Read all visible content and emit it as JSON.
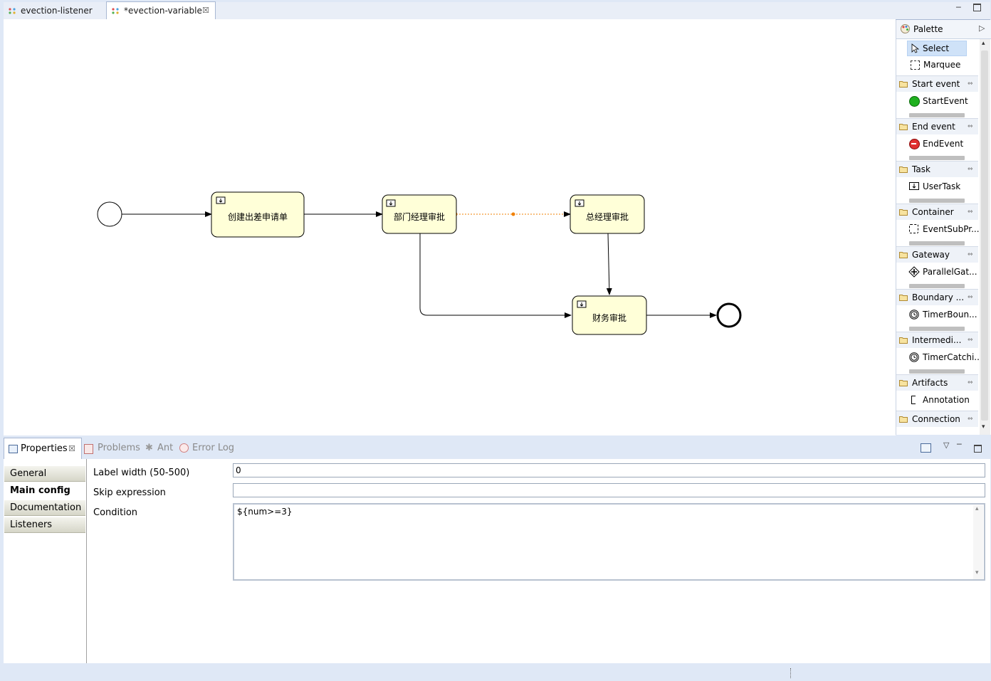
{
  "editor": {
    "tabs": [
      {
        "label": "evection-listener",
        "active": false
      },
      {
        "label": "*evection-variable",
        "active": true
      }
    ]
  },
  "diagram": {
    "tasks": [
      {
        "id": "t1",
        "label": "创建出差申请单"
      },
      {
        "id": "t2",
        "label": "部门经理审批"
      },
      {
        "id": "t3",
        "label": "总经理审批"
      },
      {
        "id": "t4",
        "label": "财务审批"
      }
    ],
    "selected_flow_color": "#f08000"
  },
  "palette": {
    "title": "Palette",
    "tools": [
      {
        "label": "Select",
        "selected": true
      },
      {
        "label": "Marquee",
        "selected": false
      }
    ],
    "drawers": [
      {
        "label": "Start event",
        "item": "StartEvent"
      },
      {
        "label": "End event",
        "item": "EndEvent"
      },
      {
        "label": "Task",
        "item": "UserTask"
      },
      {
        "label": "Container",
        "item": "EventSubPr..."
      },
      {
        "label": "Gateway",
        "item": "ParallelGat..."
      },
      {
        "label": "Boundary ...",
        "item": "TimerBoun..."
      },
      {
        "label": "Intermedi...",
        "item": "TimerCatchi..."
      },
      {
        "label": "Artifacts",
        "item": "Annotation"
      },
      {
        "label": "Connection",
        "item": ""
      }
    ]
  },
  "properties": {
    "tabs": [
      {
        "label": "Properties",
        "active": true
      },
      {
        "label": "Problems",
        "active": false
      },
      {
        "label": "Ant",
        "active": false
      },
      {
        "label": "Error Log",
        "active": false
      }
    ],
    "side_tabs": [
      {
        "label": "General",
        "selected": false
      },
      {
        "label": "Main config",
        "selected": true
      },
      {
        "label": "Documentation",
        "selected": false
      },
      {
        "label": "Listeners",
        "selected": false
      }
    ],
    "fields": {
      "label_width": {
        "label": "Label width (50-500)",
        "value": "0"
      },
      "skip_expression": {
        "label": "Skip expression",
        "value": ""
      },
      "condition": {
        "label": "Condition",
        "value": "${num>=3}"
      }
    }
  }
}
